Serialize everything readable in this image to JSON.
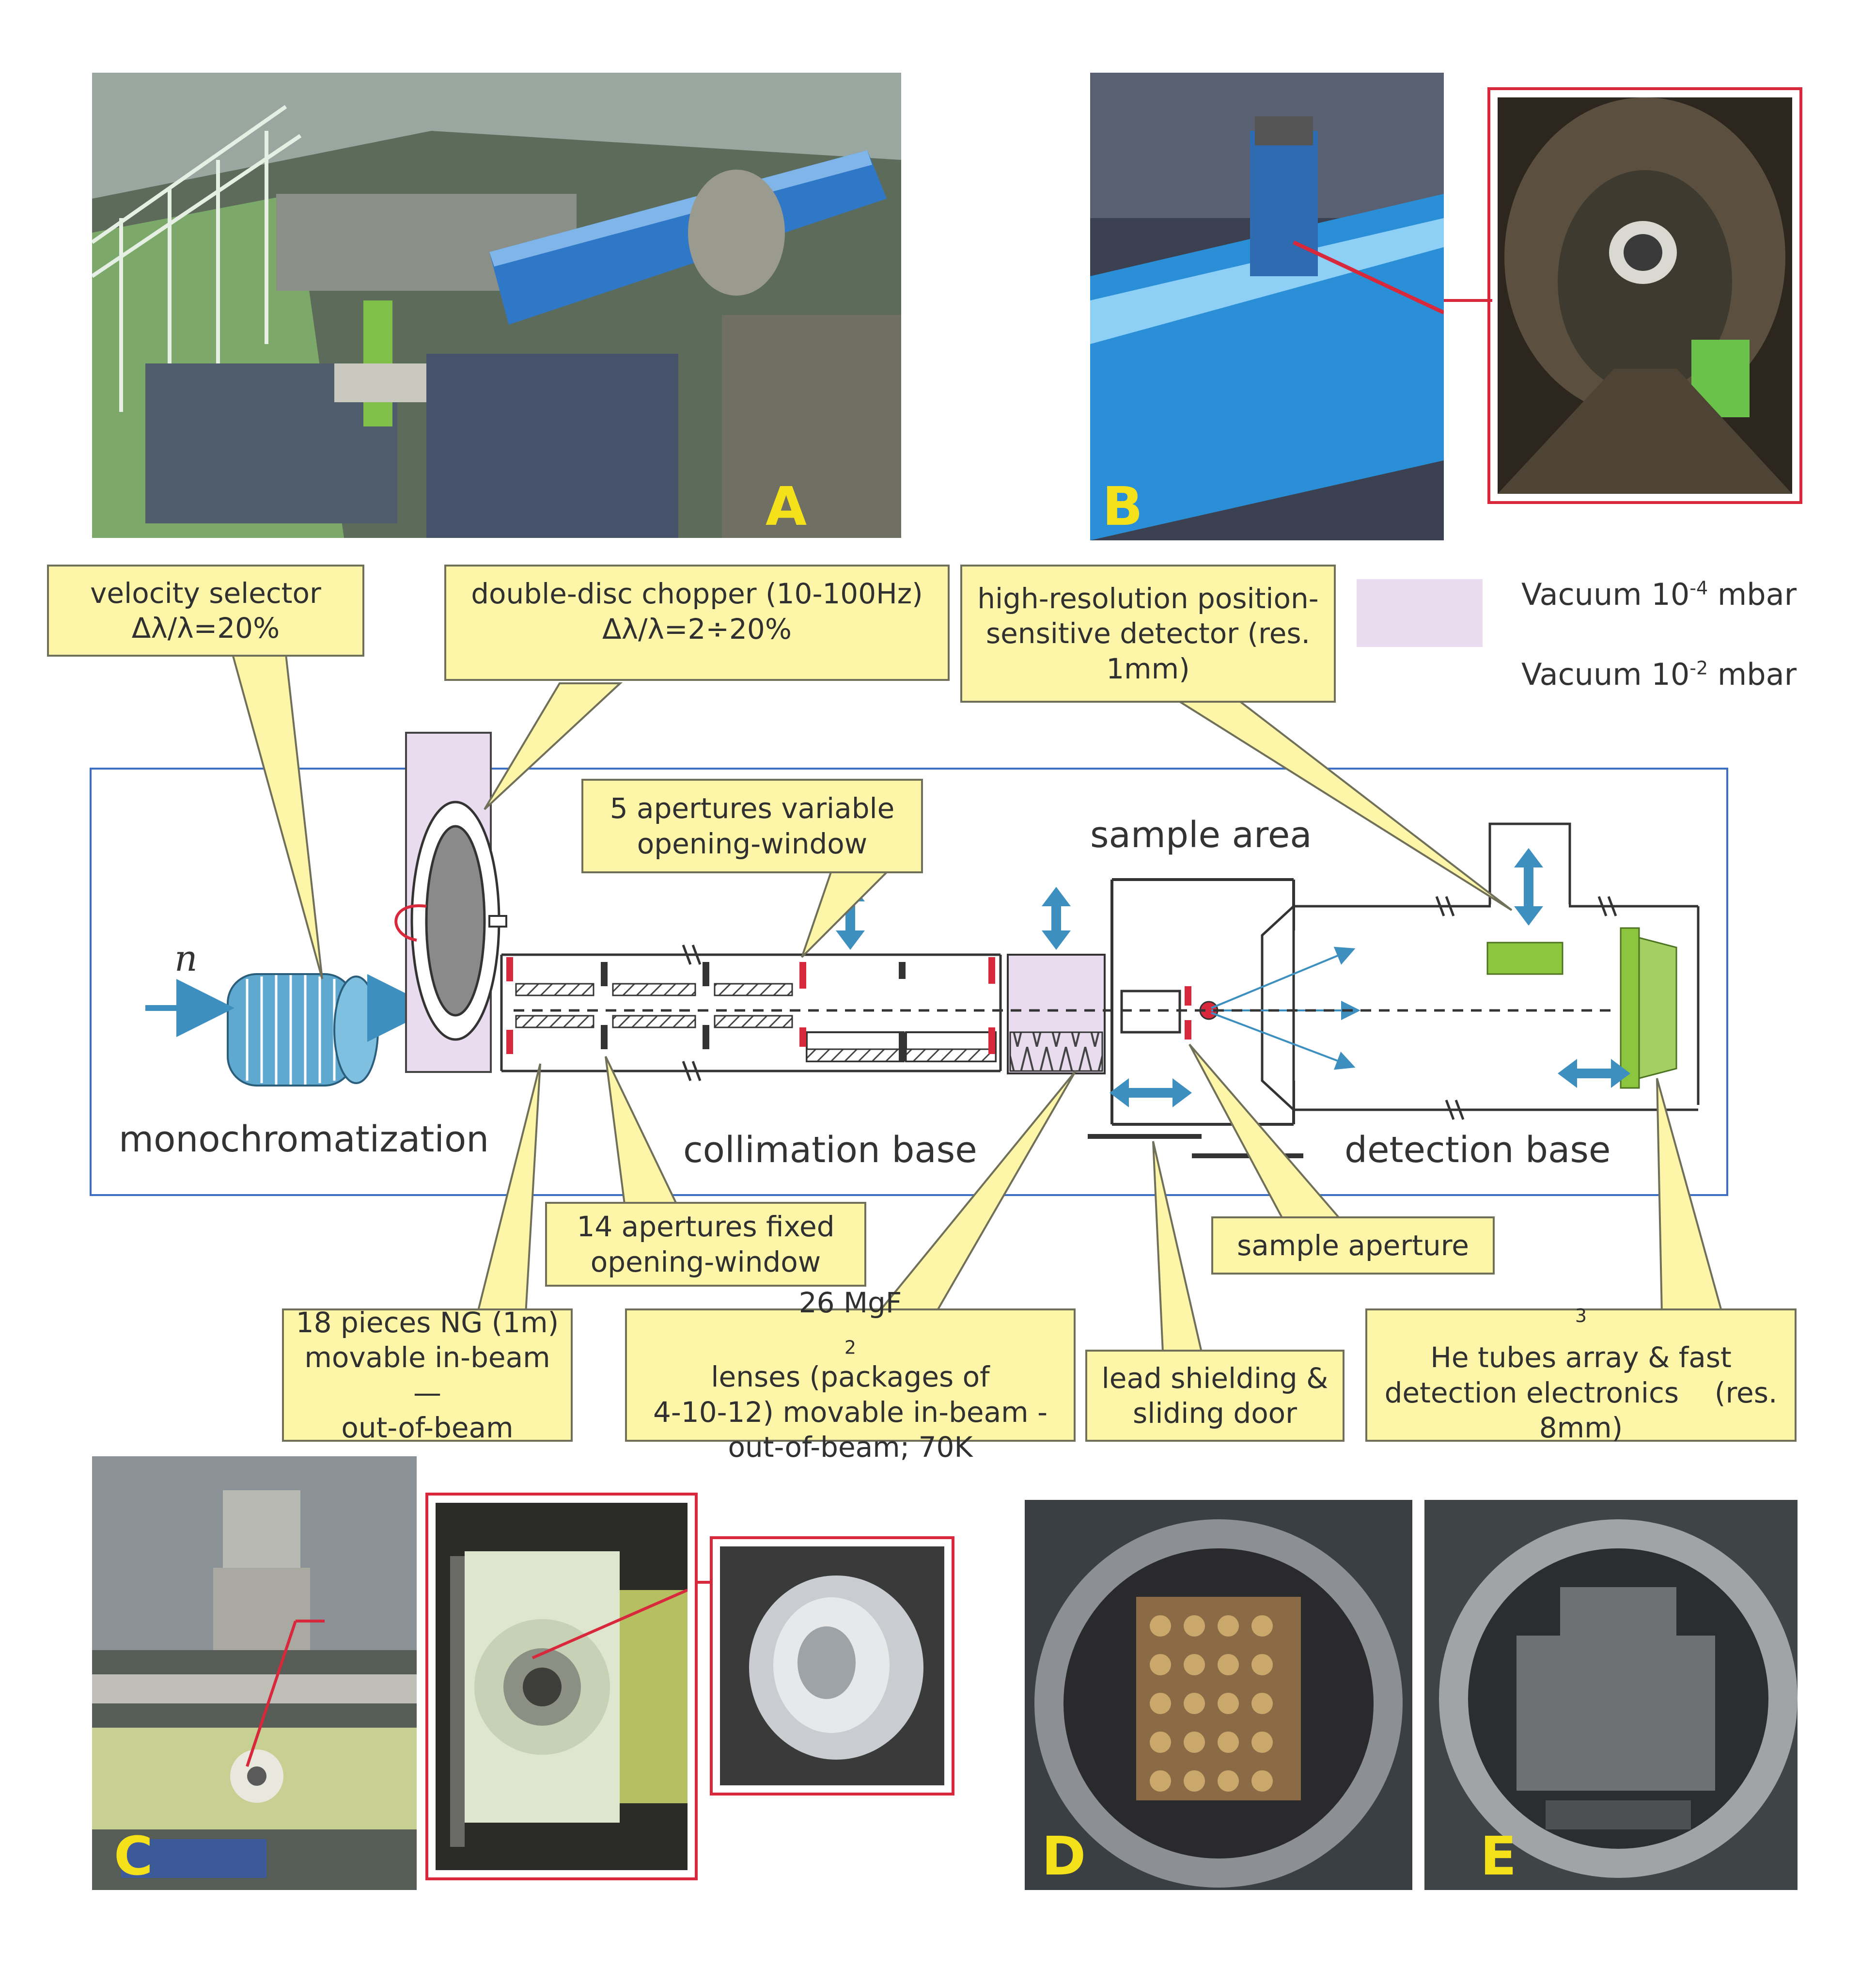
{
  "photos": {
    "A": {
      "label": "A"
    },
    "B": {
      "label": "B"
    },
    "C": {
      "label": "C"
    },
    "D": {
      "label": "D"
    },
    "E": {
      "label": "E"
    }
  },
  "legend": {
    "vacuum_high_prefix": "Vacuum 10",
    "vacuum_high_exp": "-4",
    "vacuum_high_unit": " mbar",
    "vacuum_low_prefix": "Vacuum 10",
    "vacuum_low_exp": "-2",
    "vacuum_low_unit": " mbar",
    "high_swatch_color": "#e9dcef",
    "low_swatch_color": "#ffffff"
  },
  "callouts": {
    "velocity_selector": {
      "line1": "velocity selector",
      "line2": "Δλ/λ=20%"
    },
    "chopper": {
      "line1": "double-disc chopper (10-100Hz)",
      "line2": "Δλ/λ=2÷20%"
    },
    "hr_detector": {
      "line1": "high-resolution position-",
      "line2": "sensitive detector (res.",
      "line3": "1mm)"
    },
    "apertures_variable": {
      "line1": "5 apertures variable",
      "line2": "opening-window"
    },
    "apertures_fixed": {
      "line1": "14 apertures fixed",
      "line2": "opening-window"
    },
    "sample_aperture": {
      "line1": "sample aperture"
    },
    "ng_pieces": {
      "line1": "18 pieces NG (1m)",
      "line2": "movable in-beam —",
      "line3": "out-of-beam"
    },
    "lenses": {
      "line1_a": "26 MgF",
      "line1_sub": "2",
      "line1_b": " lenses (packages of",
      "line2": "4-10-12) movable in-beam -",
      "line3": "out-of-beam; 70K"
    },
    "lead_shielding": {
      "line1": "lead shielding &",
      "line2": "sliding door"
    },
    "he_tubes": {
      "line1_sup": "3",
      "line1_b": "He tubes array & fast",
      "line2": "detection electronics    (res.",
      "line3": "8mm)"
    }
  },
  "diagram": {
    "neutron_symbol": "n",
    "section_monochromatization": "monochromatization",
    "section_collimation": "collimation base",
    "section_sample": "sample area",
    "section_detection": "detection base",
    "colors": {
      "frame_blue": "#3d6fc2",
      "beam_blue": "#3d8fc0",
      "vacuum_pink": "#e9dcef",
      "aperture_red": "#d8283c",
      "detector_green": "#8cc63f",
      "callout_fill": "#fdf6a8"
    }
  }
}
